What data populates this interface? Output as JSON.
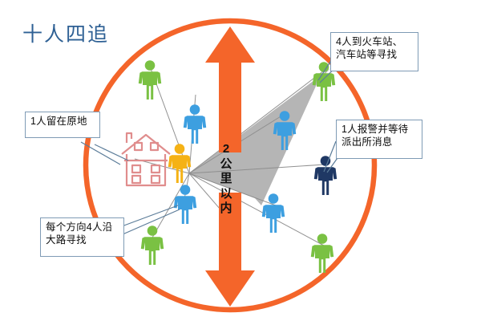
{
  "diagram": {
    "title": "十人四追",
    "title_color": "#2e6094",
    "center_label": [
      "2",
      "公",
      "里",
      "以",
      "内"
    ],
    "center_label_text": "2公里以内",
    "circle_color": "#f4652a",
    "arrow_color": "#f4652a",
    "wedge_color": "#b0b0b0",
    "house_color": "#e08d8d"
  },
  "callouts": [
    {
      "id": "stay-home",
      "text": "1人留在原地"
    },
    {
      "id": "stations",
      "text": "4人到火车站、\n汽车站等寻找"
    },
    {
      "id": "police",
      "text": "1人报警并等待\n派出所消息"
    },
    {
      "id": "road-search",
      "text": "每个方向4人沿\n大路寻找"
    }
  ],
  "people": [
    {
      "id": "person-nw-green",
      "color": "#7ac143"
    },
    {
      "id": "person-n-blue",
      "color": "#3d9fe0"
    },
    {
      "id": "person-w-yellow",
      "color": "#f5b215"
    },
    {
      "id": "person-ne-green",
      "color": "#7ac143"
    },
    {
      "id": "person-e-blue",
      "color": "#3d9fe0"
    },
    {
      "id": "person-navy",
      "color": "#1f3864"
    },
    {
      "id": "person-sw-blue",
      "color": "#3d9fe0"
    },
    {
      "id": "person-s-green",
      "color": "#7ac143"
    },
    {
      "id": "person-se-blue",
      "color": "#3d9fe0"
    },
    {
      "id": "person-se-green",
      "color": "#7ac143"
    }
  ]
}
